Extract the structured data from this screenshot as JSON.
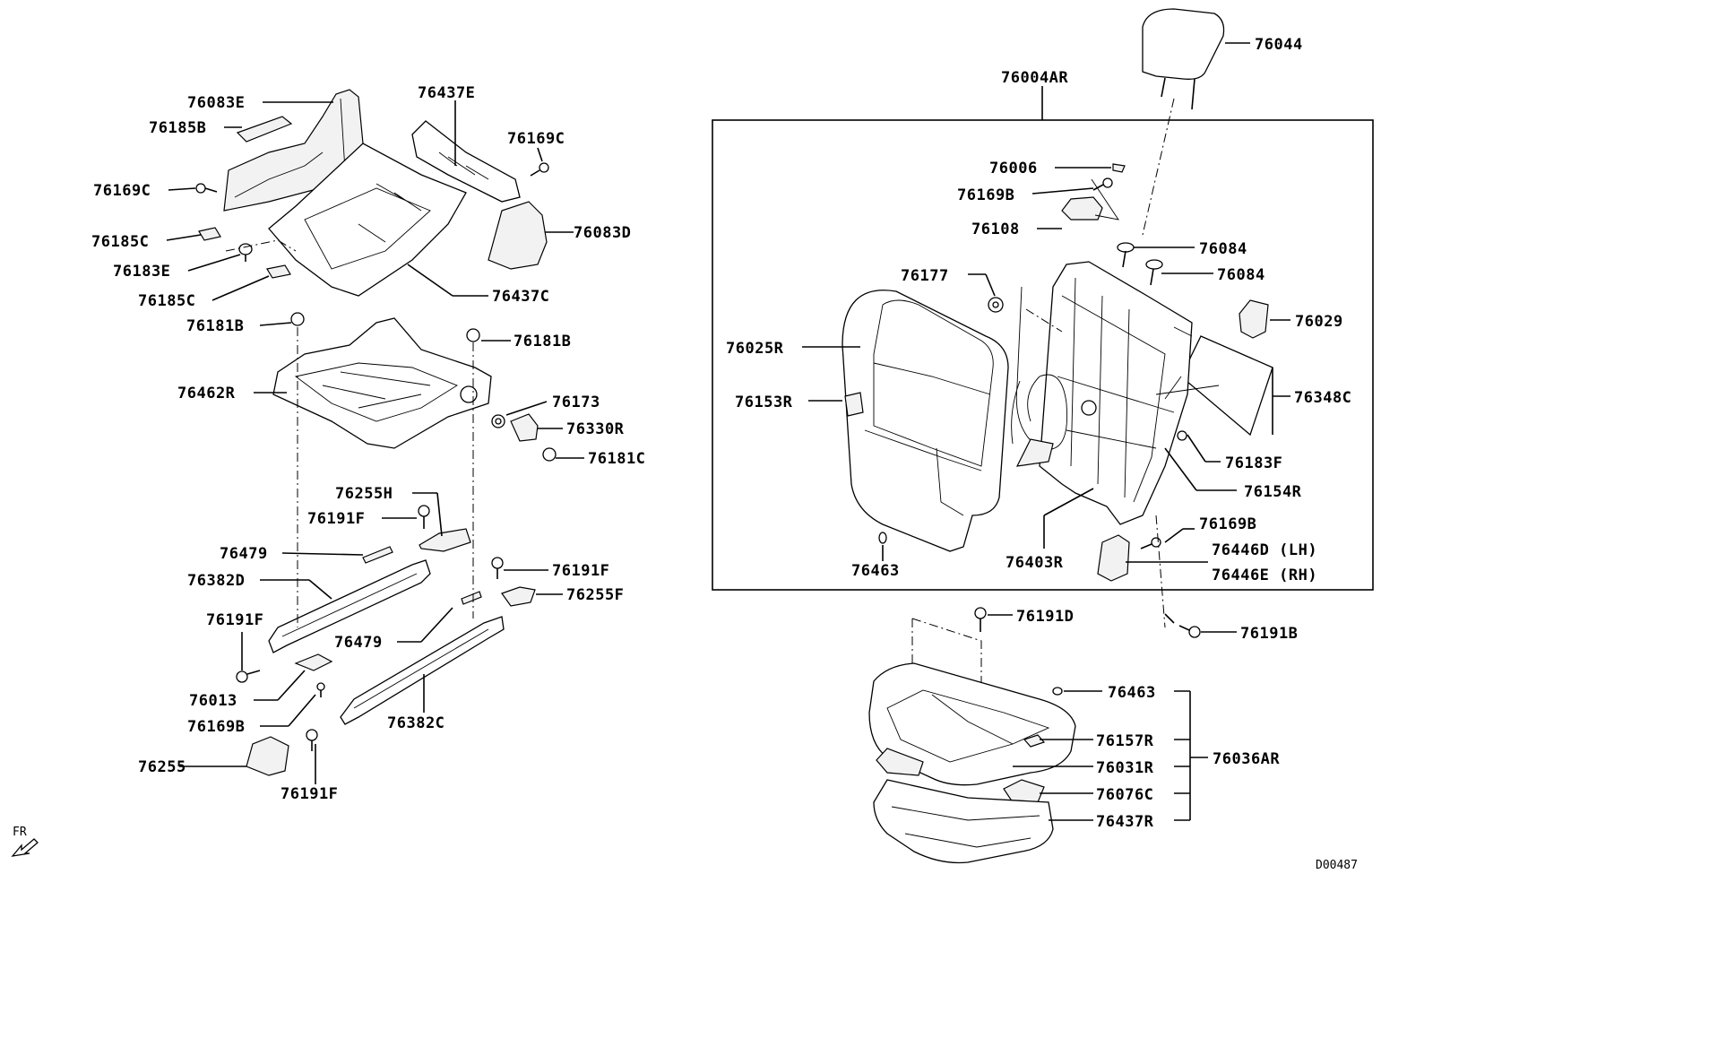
{
  "labels": {
    "p76083E": "76083E",
    "p76185B": "76185B",
    "p76169C_a": "76169C",
    "p76185C_a": "76185C",
    "p76183E": "76183E",
    "p76185C_b": "76185C",
    "p76437E": "76437E",
    "p76169C_b": "76169C",
    "p76083D": "76083D",
    "p76437C": "76437C",
    "p76181B_a": "76181B",
    "p76181B_b": "76181B",
    "p76462R": "76462R",
    "p76173": "76173",
    "p76330R": "76330R",
    "p76181C": "76181C",
    "p76255H": "76255H",
    "p76191F_a": "76191F",
    "p76479_a": "76479",
    "p76382D": "76382D",
    "p76191F_b": "76191F",
    "p76255F": "76255F",
    "p76191F_c": "76191F",
    "p76479_b": "76479",
    "p76013": "76013",
    "p76169B_a": "76169B",
    "p76382C": "76382C",
    "p76255": "76255",
    "p76191F_d": "76191F",
    "p76004AR": "76004AR",
    "p76044": "76044",
    "p76006": "76006",
    "p76169B_b": "76169B",
    "p76108": "76108",
    "p76084_a": "76084",
    "p76084_b": "76084",
    "p76177": "76177",
    "p76029": "76029",
    "p76025R": "76025R",
    "p76348C": "76348C",
    "p76153R": "76153R",
    "p76183F": "76183F",
    "p76154R": "76154R",
    "p76169B_c": "76169B",
    "p76446D": "76446D (LH)",
    "p76446E": "76446E (RH)",
    "p76403R": "76403R",
    "p76463_a": "76463",
    "p76191B": "76191B",
    "p76191D": "76191D",
    "p76463_b": "76463",
    "p76157R": "76157R",
    "p76031R": "76031R",
    "p76076C": "76076C",
    "p76437R": "76437R",
    "p76036AR": "76036AR"
  },
  "corner": {
    "fr": "FR",
    "code": "D00487"
  }
}
